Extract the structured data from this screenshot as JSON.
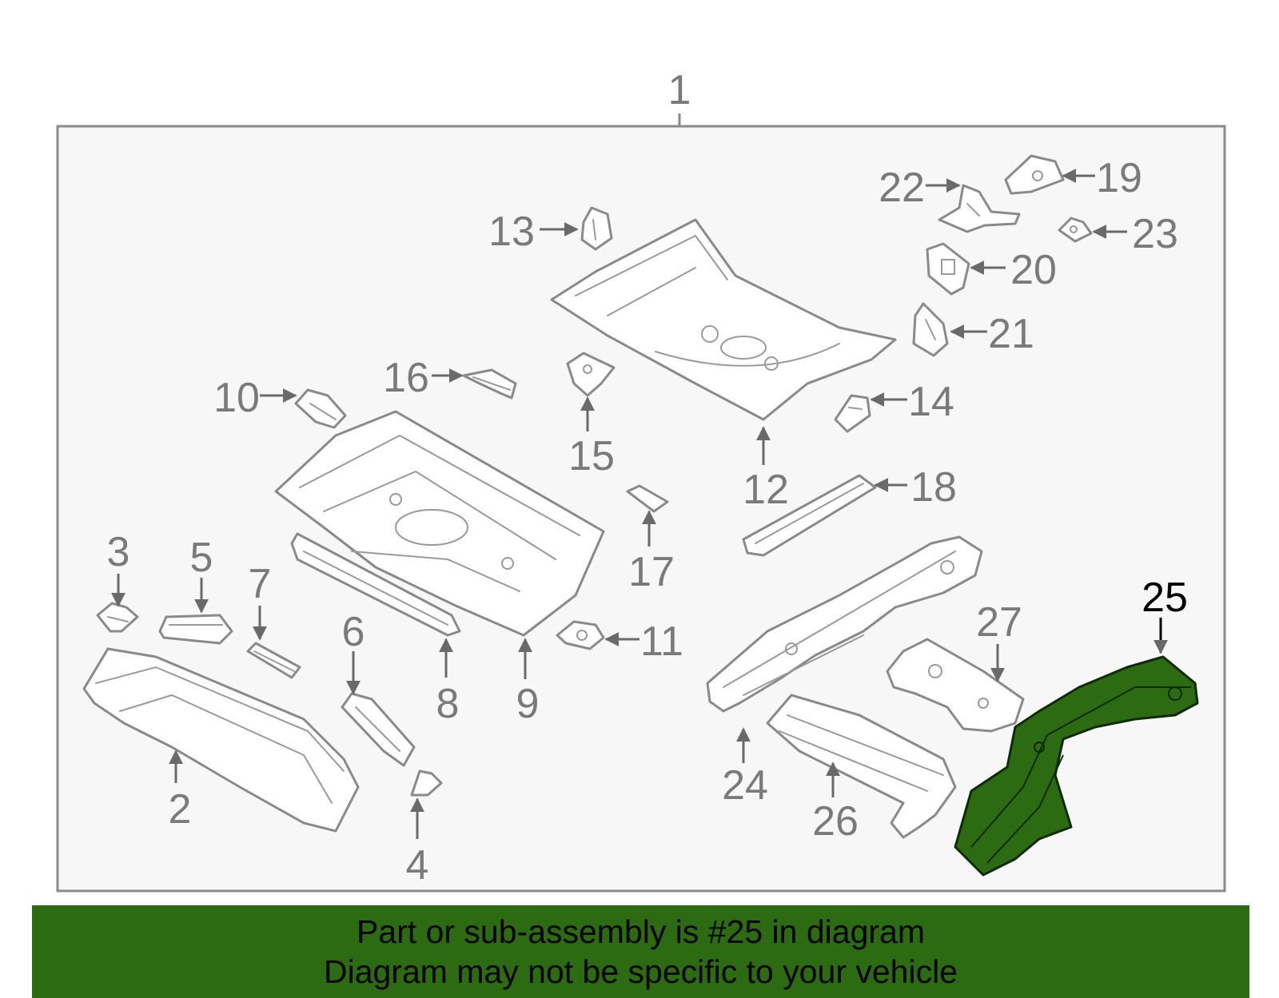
{
  "diagram": {
    "assembly_callout": "1",
    "highlighted_part": "25",
    "highlight_color": "#2c6b12",
    "callouts": [
      "2",
      "3",
      "4",
      "5",
      "6",
      "7",
      "8",
      "9",
      "10",
      "11",
      "12",
      "13",
      "14",
      "15",
      "16",
      "17",
      "18",
      "19",
      "20",
      "21",
      "22",
      "23",
      "24",
      "25",
      "26",
      "27"
    ]
  },
  "banner": {
    "line1": "Part or sub-assembly is #25 in diagram",
    "line2": "Diagram may not be specific to your vehicle",
    "background": "#2c6b12"
  }
}
